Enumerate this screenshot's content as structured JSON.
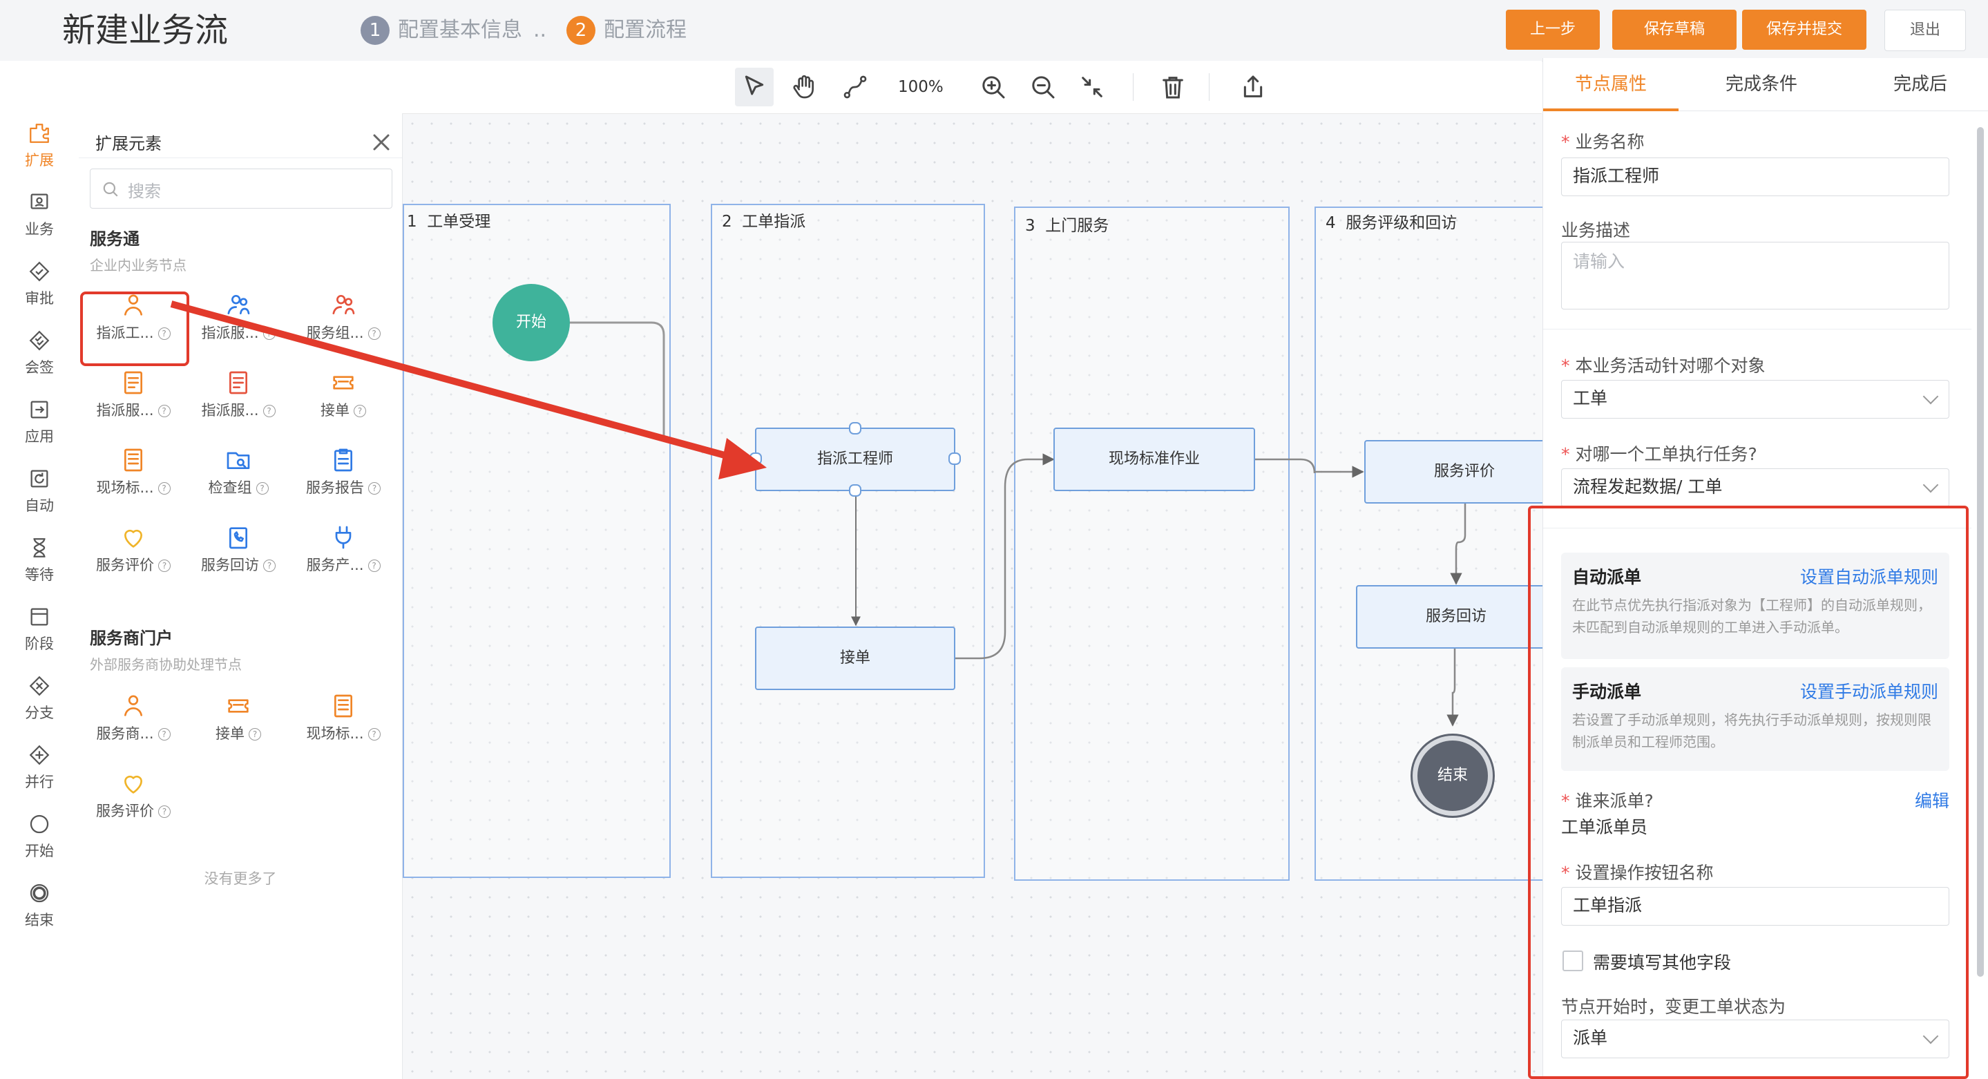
{
  "header": {
    "title": "新建业务流",
    "steps": [
      {
        "num": "1",
        "label": "配置基本信息"
      },
      {
        "num": "2",
        "label": "配置流程"
      }
    ],
    "step_separator": "..",
    "buttons": {
      "prev": "上一步",
      "save_draft": "保存草稿",
      "save_submit": "保存并提交",
      "exit": "退出"
    }
  },
  "toolbar": {
    "zoom": "100%"
  },
  "rail": {
    "items": [
      "扩展",
      "业务",
      "审批",
      "会签",
      "应用",
      "自动",
      "等待",
      "阶段",
      "分支",
      "并行",
      "开始",
      "结束"
    ]
  },
  "palette": {
    "title": "扩展元素",
    "search_placeholder": "搜索",
    "group1": {
      "title": "服务通",
      "subtitle": "企业内业务节点",
      "items": [
        "指派工...",
        "指派服...",
        "服务组...",
        "指派服...",
        "指派服...",
        "接单",
        "现场标...",
        "检查组",
        "服务报告",
        "服务评价",
        "服务回访",
        "服务产..."
      ]
    },
    "group2": {
      "title": "服务商门户",
      "subtitle": "外部服务商协助处理节点",
      "items": [
        "服务商...",
        "接单",
        "现场标...",
        "服务评价"
      ]
    },
    "no_more": "没有更多了"
  },
  "canvas": {
    "lanes": [
      {
        "num": "1",
        "title": "工单受理"
      },
      {
        "num": "2",
        "title": "工单指派"
      },
      {
        "num": "3",
        "title": "上门服务"
      },
      {
        "num": "4",
        "title": "服务评级和回访"
      }
    ],
    "nodes": {
      "start": "开始",
      "assign_engineer": "指派工程师",
      "accept": "接单",
      "onsite": "现场标准作业",
      "evaluate": "服务评价",
      "revisit": "服务回访",
      "end": "结束"
    }
  },
  "panel": {
    "tabs": [
      "节点属性",
      "完成条件",
      "完成后"
    ],
    "business_name_label": "业务名称",
    "business_name_value": "指派工程师",
    "business_desc_label": "业务描述",
    "business_desc_placeholder": "请输入",
    "target_object_label": "本业务活动针对哪个对象",
    "target_object_value": "工单",
    "which_ticket_label": "对哪一个工单执行任务?",
    "which_ticket_value": "流程发起数据/ 工单",
    "auto_dispatch": {
      "title": "自动派单",
      "link": "设置自动派单规则",
      "desc": "在此节点优先执行指派对象为【工程师】的自动派单规则，未匹配到自动派单规则的工单进入手动派单。"
    },
    "manual_dispatch": {
      "title": "手动派单",
      "link": "设置手动派单规则",
      "desc": "若设置了手动派单规则，将先执行手动派单规则，按规则限制派单员和工程师范围。"
    },
    "who_dispatch_label": "谁来派单?",
    "who_dispatch_edit": "编辑",
    "who_dispatch_value": "工单派单员",
    "button_name_label": "设置操作按钮名称",
    "button_name_value": "工单指派",
    "extra_fields_label": "需要填写其他字段",
    "status_change_label": "节点开始时，变更工单状态为",
    "status_change_value": "派单"
  },
  "colors": {
    "accent": "#f08527",
    "link": "#2f7ae5",
    "highlight": "#e23a2b",
    "start_node": "#3fb39b",
    "end_node": "#5e6470"
  }
}
